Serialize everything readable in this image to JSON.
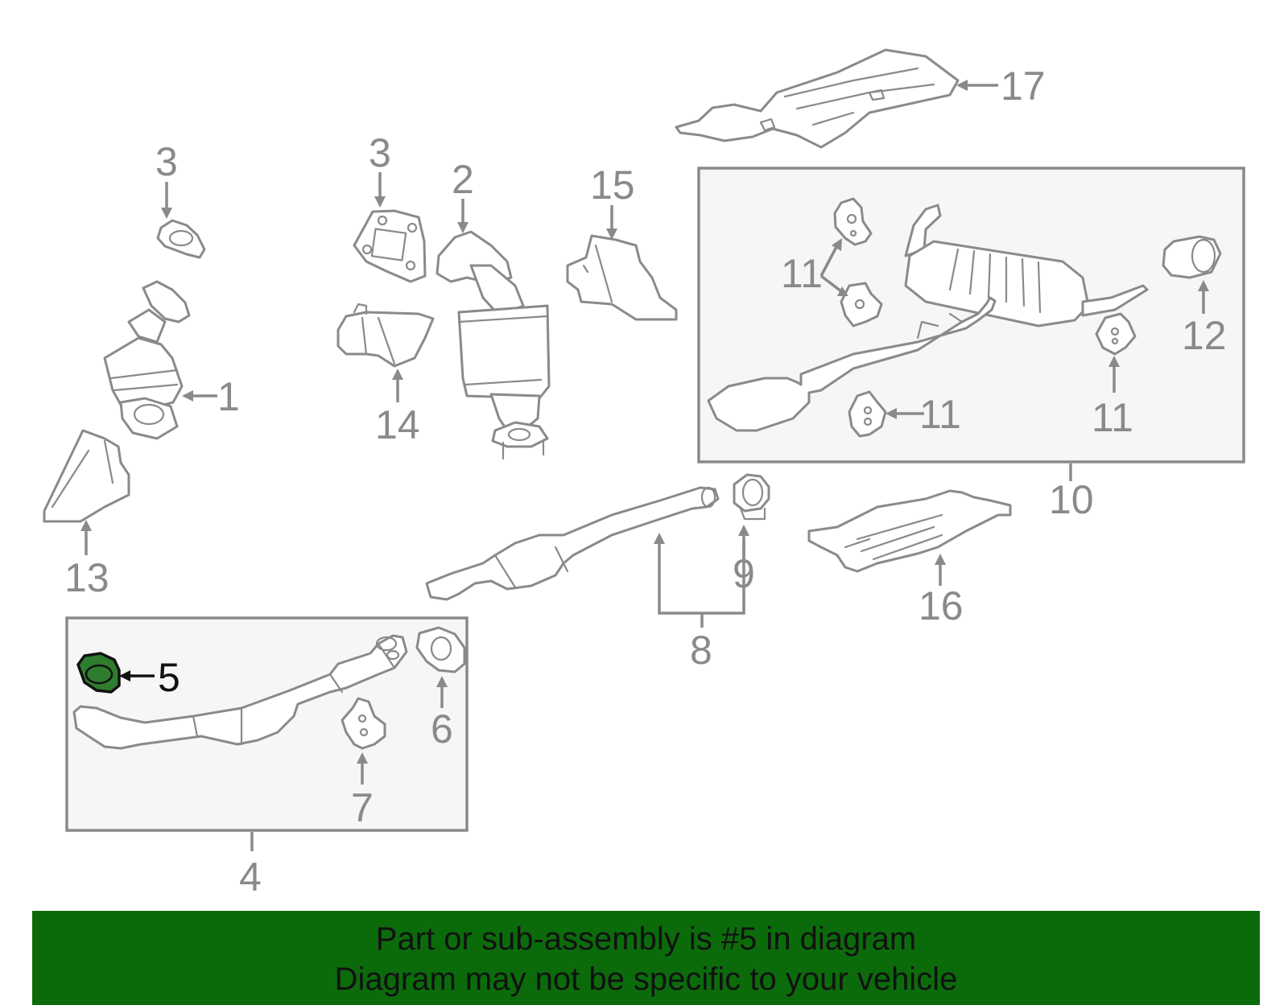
{
  "colors": {
    "line": "#8a8a8a",
    "highlight_fill": "#2e7d2e",
    "banner": "#0b6b0b",
    "text_dark": "#111111"
  },
  "highlighted_part": "5",
  "callouts": {
    "c1": "1",
    "c2": "2",
    "c3a": "3",
    "c3b": "3",
    "c4": "4",
    "c5": "5",
    "c6": "6",
    "c7": "7",
    "c8": "8",
    "c9": "9",
    "c10": "10",
    "c11a": "11",
    "c11b": "11",
    "c11c": "11",
    "c12": "12",
    "c13": "13",
    "c14": "14",
    "c15": "15",
    "c16": "16",
    "c17": "17"
  },
  "banner": {
    "line1": "Part or sub-assembly is #5 in diagram",
    "line2": "Diagram may not be specific to your vehicle"
  }
}
